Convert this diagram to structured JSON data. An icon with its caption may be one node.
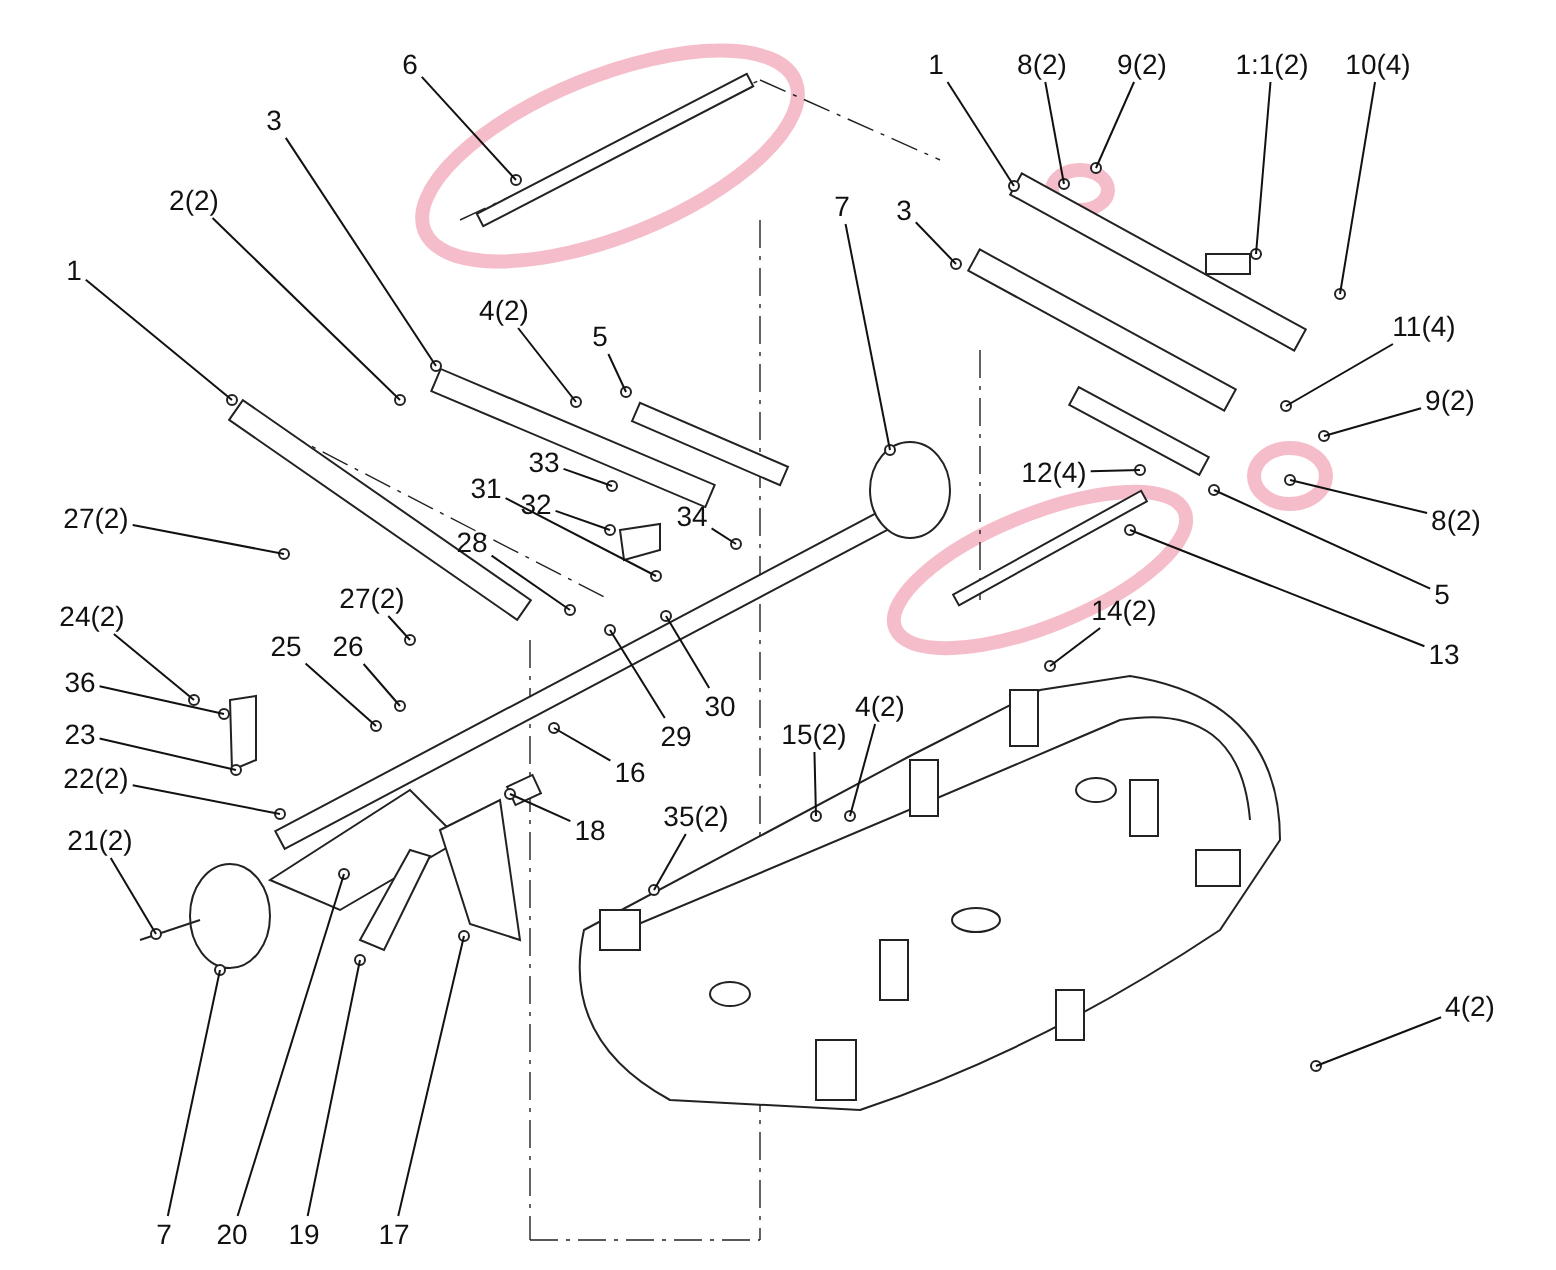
{
  "diagram": {
    "nodes": [
      {
        "text": [
          "6"
        ]
      },
      {
        "text": [
          "3"
        ]
      },
      {
        "text": [
          "2(2)"
        ]
      },
      {
        "text": [
          "1"
        ]
      },
      {
        "text": [
          "4(2)"
        ]
      },
      {
        "text": [
          "5"
        ]
      },
      {
        "text": [
          "7"
        ]
      },
      {
        "text": [
          "3"
        ]
      },
      {
        "text": [
          "1"
        ]
      },
      {
        "text": [
          "8(2)"
        ]
      },
      {
        "text": [
          "9(2)"
        ]
      },
      {
        "text": [
          "1:1(2)"
        ]
      },
      {
        "text": [
          "10(4)"
        ]
      },
      {
        "text": [
          "11(4)"
        ]
      },
      {
        "text": [
          "9(2)"
        ]
      },
      {
        "text": [
          "8(2)"
        ]
      },
      {
        "text": [
          "12(4)"
        ]
      },
      {
        "text": [
          "5"
        ]
      },
      {
        "text": [
          "13"
        ]
      },
      {
        "text": [
          "33"
        ]
      },
      {
        "text": [
          "32"
        ]
      },
      {
        "text": [
          "31"
        ]
      },
      {
        "text": [
          "34"
        ]
      },
      {
        "text": [
          "28"
        ]
      },
      {
        "text": [
          "27(2)"
        ]
      },
      {
        "text": [
          "27(2)"
        ]
      },
      {
        "text": [
          "24(2)"
        ]
      },
      {
        "text": [
          "36"
        ]
      },
      {
        "text": [
          "25"
        ]
      },
      {
        "text": [
          "26"
        ]
      },
      {
        "text": [
          "23"
        ]
      },
      {
        "text": [
          "22(2)"
        ]
      },
      {
        "text": [
          "21(2)"
        ]
      },
      {
        "text": [
          "7"
        ]
      },
      {
        "text": [
          "20"
        ]
      },
      {
        "text": [
          "19"
        ]
      },
      {
        "text": [
          "17"
        ]
      },
      {
        "text": [
          "18"
        ]
      },
      {
        "text": [
          "16"
        ]
      },
      {
        "text": [
          "29"
        ]
      },
      {
        "text": [
          "30"
        ]
      },
      {
        "text": [
          "35(2)"
        ]
      },
      {
        "text": [
          "15(2)"
        ]
      },
      {
        "text": [
          "4(2)"
        ]
      },
      {
        "text": [
          "14(2)"
        ]
      },
      {
        "text": [
          "4(2)"
        ]
      }
    ],
    "edges": [
      {
        "from": 0,
        "to": null,
        "arrow": "none"
      },
      {
        "from": 1,
        "to": null,
        "arrow": "none"
      },
      {
        "from": 2,
        "to": null,
        "arrow": "none"
      },
      {
        "from": 3,
        "to": null,
        "arrow": "none"
      },
      {
        "from": 4,
        "to": null,
        "arrow": "none"
      },
      {
        "from": 5,
        "to": null,
        "arrow": "none"
      },
      {
        "from": 6,
        "to": null,
        "arrow": "none"
      },
      {
        "from": 7,
        "to": null,
        "arrow": "none"
      },
      {
        "from": 8,
        "to": null,
        "arrow": "none"
      },
      {
        "from": 9,
        "to": null,
        "arrow": "none"
      },
      {
        "from": 10,
        "to": null,
        "arrow": "none"
      },
      {
        "from": 11,
        "to": null,
        "arrow": "none"
      },
      {
        "from": 12,
        "to": null,
        "arrow": "none"
      },
      {
        "from": 13,
        "to": null,
        "arrow": "none"
      },
      {
        "from": 14,
        "to": null,
        "arrow": "none"
      },
      {
        "from": 15,
        "to": null,
        "arrow": "none"
      },
      {
        "from": 16,
        "to": null,
        "arrow": "none"
      },
      {
        "from": 17,
        "to": null,
        "arrow": "none"
      },
      {
        "from": 18,
        "to": null,
        "arrow": "none"
      },
      {
        "from": 19,
        "to": null,
        "arrow": "none"
      },
      {
        "from": 20,
        "to": null,
        "arrow": "none"
      },
      {
        "from": 21,
        "to": null,
        "arrow": "none"
      },
      {
        "from": 22,
        "to": null,
        "arrow": "none"
      },
      {
        "from": 23,
        "to": null,
        "arrow": "none"
      },
      {
        "from": 24,
        "to": null,
        "arrow": "none"
      },
      {
        "from": 25,
        "to": null,
        "arrow": "none"
      },
      {
        "from": 26,
        "to": null,
        "arrow": "none"
      },
      {
        "from": 27,
        "to": null,
        "arrow": "none"
      },
      {
        "from": 28,
        "to": null,
        "arrow": "none"
      },
      {
        "from": 29,
        "to": null,
        "arrow": "none"
      },
      {
        "from": 30,
        "to": null,
        "arrow": "none"
      },
      {
        "from": 31,
        "to": null,
        "arrow": "none"
      },
      {
        "from": 32,
        "to": null,
        "arrow": "none"
      },
      {
        "from": 33,
        "to": null,
        "arrow": "none"
      },
      {
        "from": 34,
        "to": null,
        "arrow": "none"
      },
      {
        "from": 35,
        "to": null,
        "arrow": "none"
      },
      {
        "from": 36,
        "to": null,
        "arrow": "none"
      },
      {
        "from": 37,
        "to": null,
        "arrow": "none"
      },
      {
        "from": 38,
        "to": null,
        "arrow": "none"
      },
      {
        "from": 39,
        "to": null,
        "arrow": "none"
      },
      {
        "from": 40,
        "to": null,
        "arrow": "none"
      },
      {
        "from": 41,
        "to": null,
        "arrow": "none"
      },
      {
        "from": 42,
        "to": null,
        "arrow": "none"
      },
      {
        "from": 43,
        "to": null,
        "arrow": "none"
      },
      {
        "from": 44,
        "to": null,
        "arrow": "none"
      },
      {
        "from": 45,
        "to": null,
        "arrow": "none"
      }
    ]
  }
}
